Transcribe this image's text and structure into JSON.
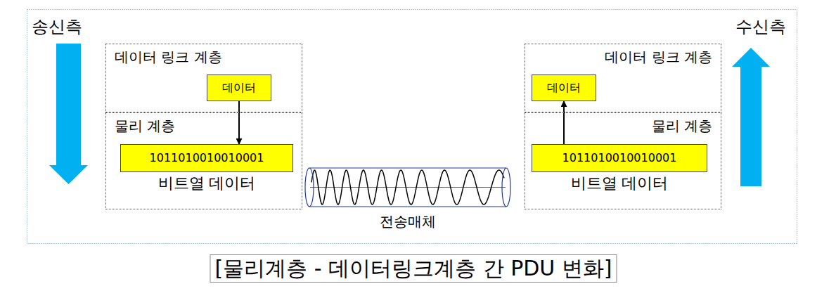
{
  "diagram": {
    "caption": "[물리계층 - 데이터링크계층 간 PDU 변화]",
    "nodes": [
      {
        "text": [
          "데이터 링크 계층"
        ]
      },
      {
        "text": [
          "데이터"
        ],
        "in": 0
      },
      {
        "text": [
          "물리 계층"
        ]
      },
      {
        "text": [
          "1011010010010001",
          "비트열 데이터"
        ],
        "in": 2
      },
      {
        "text": [
          "전송매체"
        ]
      },
      {
        "text": [
          "데이터 링크 계층"
        ]
      },
      {
        "text": [
          "데이터"
        ],
        "in": 5
      },
      {
        "text": [
          "물리 계층"
        ]
      },
      {
        "text": [
          "1011010010010001",
          "비트열 데이터"
        ],
        "in": 7
      }
    ],
    "edges": [
      {
        "from": 1,
        "to": 3,
        "arrow": "to"
      },
      {
        "from": 8,
        "to": 6,
        "arrow": "to"
      }
    ],
    "labels": [
      "송신측",
      "수신측"
    ]
  }
}
